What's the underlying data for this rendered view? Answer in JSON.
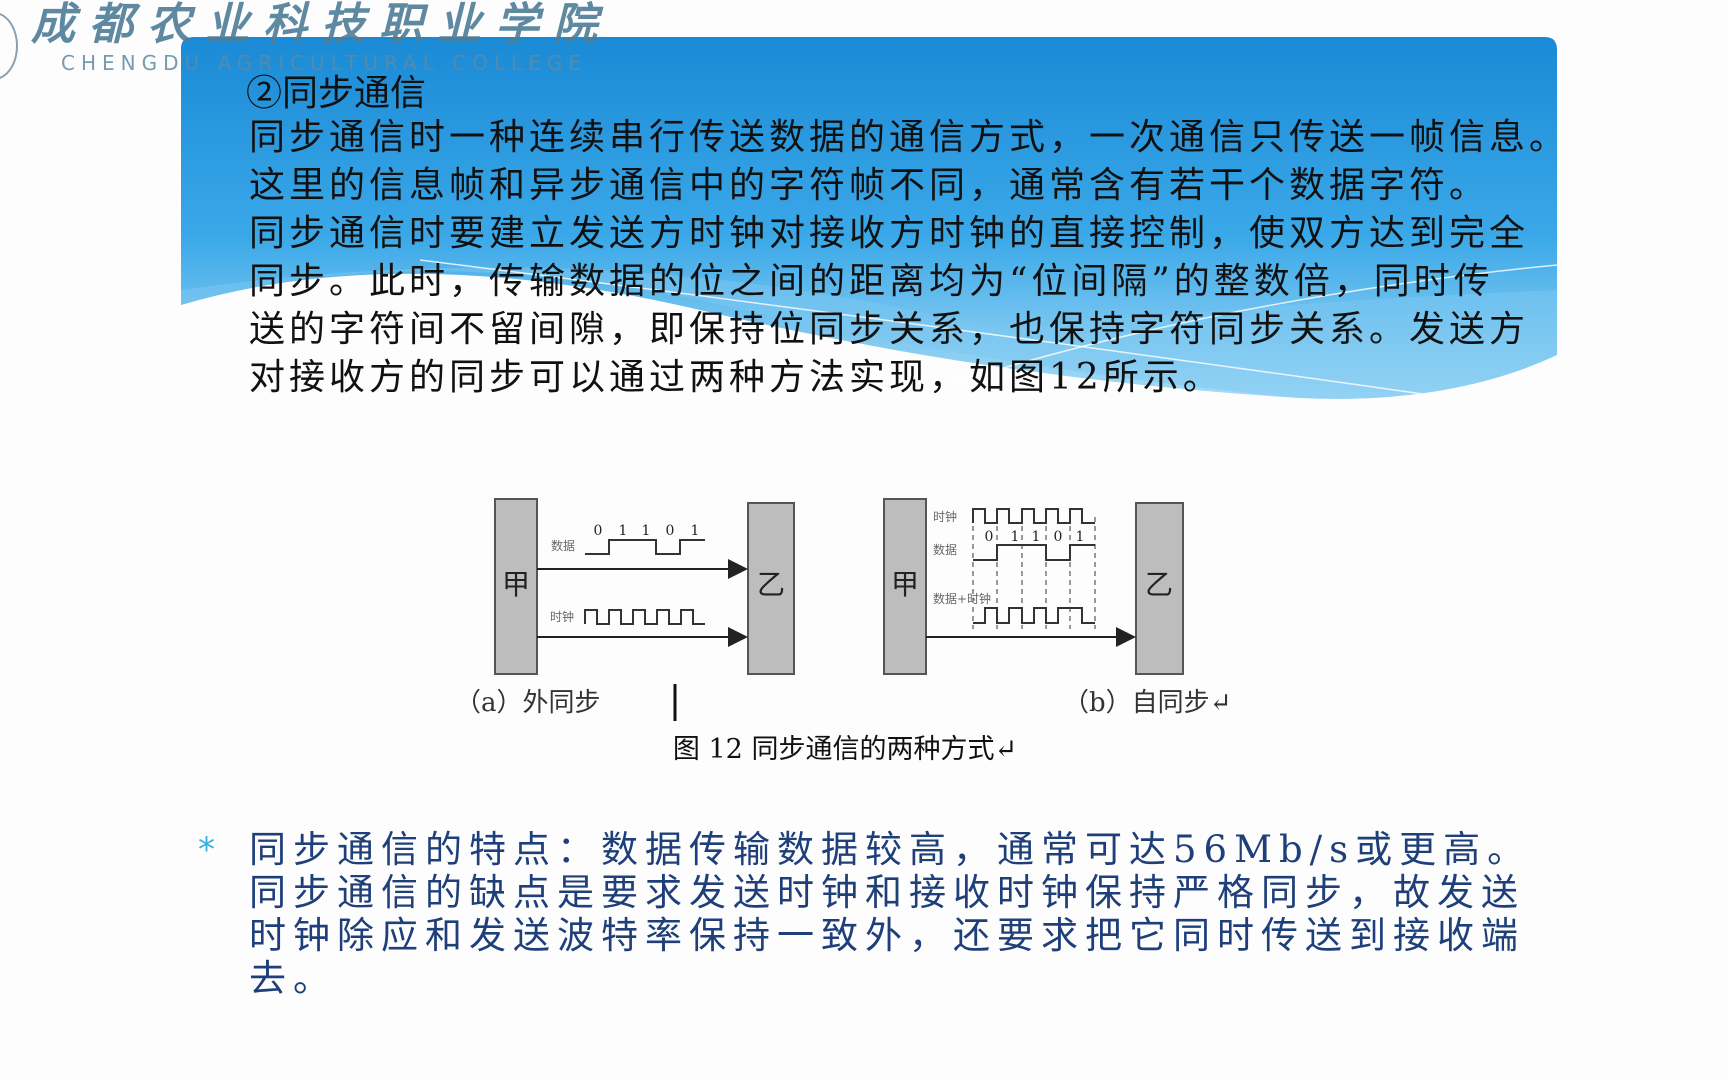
{
  "header": {
    "logo_cn": "成都农业科技职业学院",
    "logo_en": "CHENGDU AGRICULTURAL COLLEGE"
  },
  "slide": {
    "heading": "②同步通信",
    "body_lines": [
      "同步通信时一种连续串行传送数据的通信方式，一次通信只传送一帧信息。",
      "这里的信息帧和异步通信中的字符帧不同，通常含有若干个数据字符。",
      "同步通信时要建立发送方时钟对接收方时钟的直接控制，使双方达到完全",
      "同步。此时，传输数据的位之间的距离均为“位间隔”的整数倍，同时传",
      "送的字符间不留间隙，即保持位同步关系，也保持字符同步关系。发送方",
      "对接收方的同步可以通过两种方法实现，如图12所示。"
    ],
    "bullet_icon": "asterisk-bullet",
    "bullet_lines": [
      "同步通信的特点：数据传输数据较高，通常可达56Mb/s或更高。",
      "同步通信的缺点是要求发送时钟和接收时钟保持严格同步，故发送",
      "时钟除应和发送波特率保持一致外，还要求把它同时传送到接收端",
      "去。"
    ],
    "colors": {
      "banner_top": "#1a8ad6",
      "banner_bottom": "#8fd0f4",
      "bullet_text": "#1f3f7a",
      "bullet_icon": "#3ab0e0"
    }
  },
  "figure": {
    "a": {
      "sender": "甲",
      "receiver": "乙",
      "data_label": "数据",
      "clock_label": "时钟",
      "bits": [
        "0",
        "1",
        "1",
        "0",
        "1"
      ],
      "caption": "（a）外同步"
    },
    "b": {
      "sender": "甲",
      "receiver": "乙",
      "clock_label": "时钟",
      "data_label": "数据",
      "combined_label": "数据+时钟",
      "bits": [
        "0",
        "1",
        "1",
        "0",
        "1"
      ],
      "caption": "（b）自同步↵"
    },
    "caption": "图 12 同步通信的两种方式↵"
  }
}
